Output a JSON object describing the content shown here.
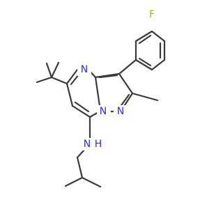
{
  "molecule": {
    "atoms": [
      {
        "id": "F",
        "label": "F",
        "color": "#a8b800"
      },
      {
        "id": "N1",
        "label": "N",
        "color": "#2d2dd8"
      },
      {
        "id": "N2",
        "label": "N",
        "color": "#2d2dd8"
      },
      {
        "id": "N3",
        "label": "N",
        "color": "#2d2dd8"
      },
      {
        "id": "NH",
        "label": "N",
        "color": "#2d2dd8"
      },
      {
        "id": "H",
        "label": "H",
        "color": "#2d2dd8"
      }
    ],
    "bond_color": "#3a3a3a",
    "background": "#ffffff"
  }
}
